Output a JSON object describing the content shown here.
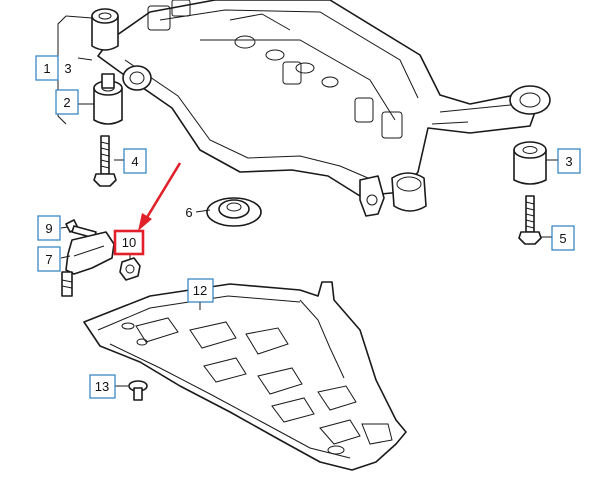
{
  "callouts": [
    {
      "id": "c1",
      "label": "1"
    },
    {
      "id": "c3a",
      "label": "3"
    },
    {
      "id": "c2",
      "label": "2"
    },
    {
      "id": "c4",
      "label": "4"
    },
    {
      "id": "c3b",
      "label": "3"
    },
    {
      "id": "c5",
      "label": "5"
    },
    {
      "id": "c6",
      "label": "6"
    },
    {
      "id": "c9",
      "label": "9"
    },
    {
      "id": "c10",
      "label": "10",
      "highlighted": true
    },
    {
      "id": "c7",
      "label": "7"
    },
    {
      "id": "c12",
      "label": "12"
    },
    {
      "id": "c13",
      "label": "13"
    }
  ],
  "colors": {
    "callout_border": "#2a7fbf",
    "highlight": "#e2202a",
    "line": "#1a1a1a"
  }
}
